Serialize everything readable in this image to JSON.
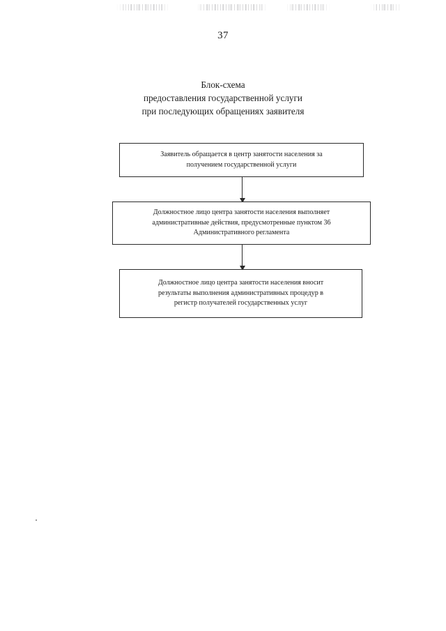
{
  "page": {
    "number": "37",
    "background_color": "#ffffff",
    "text_color": "#1c1c1c"
  },
  "title": {
    "lines": [
      "Блок-схема",
      "предоставления государственной услуги",
      "при последующих обращениях заявителя"
    ]
  },
  "chart_data": {
    "type": "diagram",
    "diagram_kind": "flowchart",
    "orientation": "top-to-bottom",
    "title": "Блок-схема предоставления государственной услуги при последующих обращениях заявителя",
    "node_shape": "rectangle",
    "border_color": "#2a2a2a",
    "fill_color": "#ffffff",
    "nodes": [
      {
        "id": "node-1",
        "order": 1,
        "lines": [
          "Заявитель обращается в центр занятости населения за",
          "получением государственной услуги"
        ],
        "text": "Заявитель обращается в центр занятости населения за получением государственной услуги"
      },
      {
        "id": "node-2",
        "order": 2,
        "lines": [
          "Должностное лицо центра занятости населения выполняет",
          "административные действия, предусмотренные пунктом 36",
          "Административного регламента"
        ],
        "text": "Должностное лицо центра занятости населения выполняет административные действия, предусмотренные пунктом 36 Административного регламента"
      },
      {
        "id": "node-3",
        "order": 3,
        "lines": [
          "Должностное лицо центра занятости населения вносит",
          "результаты выполнения административных процедур в",
          "регистр получателей государственных услуг"
        ],
        "text": "Должностное лицо центра занятости населения вносит результаты выполнения административных процедур в регистр получателей государственных услуг"
      }
    ],
    "edges": [
      {
        "id": "edge-1",
        "from": "node-1",
        "to": "node-2",
        "style": "solid",
        "arrow": "down",
        "label": ""
      },
      {
        "id": "edge-2",
        "from": "node-2",
        "to": "node-3",
        "style": "solid",
        "arrow": "down",
        "label": ""
      }
    ]
  }
}
